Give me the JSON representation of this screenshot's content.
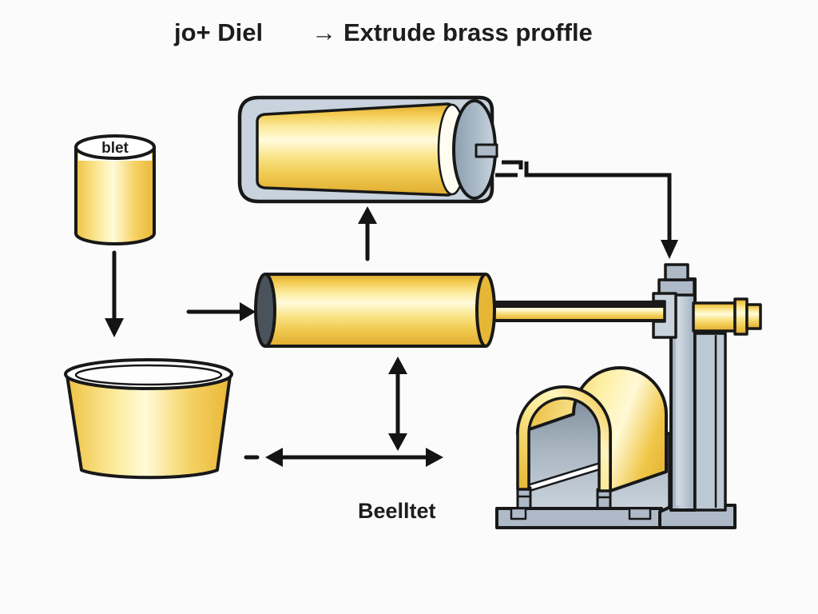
{
  "title": {
    "part1": "jo+ Diel",
    "arrow": "→",
    "part2": "Extrude brass proffle"
  },
  "labels": {
    "small_billet": "blet",
    "billet_caption": "Beelltet"
  },
  "icons": {
    "flow_arrows": [
      "down-arrow-icon",
      "right-arrow-icon",
      "up-arrow-icon",
      "corner-connector-arrow-icon"
    ],
    "dimension_arrows": [
      "vertical-double-arrow-icon",
      "horizontal-double-arrow-icon"
    ]
  },
  "colors": {
    "brass_dark": "#DFAC30",
    "brass_mid": "#F2C94C",
    "brass_pale": "#FBEA9A",
    "brass_highlight": "#FFFBDD",
    "steel_light": "#C9D3DD",
    "steel_mid": "#AEBAC8",
    "steel_dark": "#8795A5",
    "interior_dark": "#6F7D8C",
    "interior_light": "#CBD4DC",
    "outline": "#181818",
    "arrow_black": "#141414",
    "background": "#FBFBFB",
    "text_color": "#1D1D1D"
  }
}
